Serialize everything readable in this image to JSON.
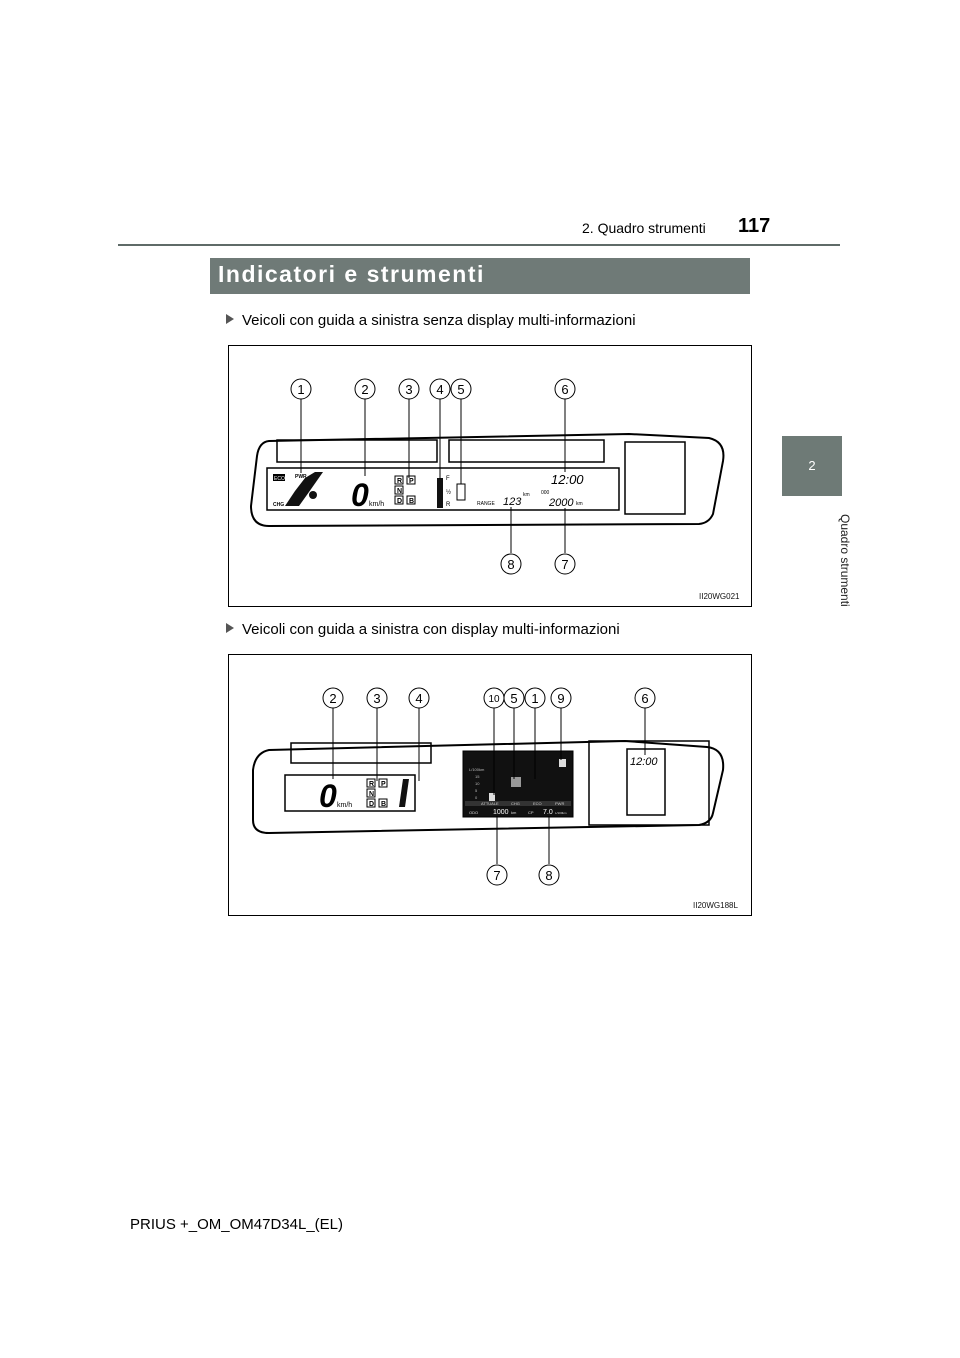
{
  "header": {
    "page_number": "117",
    "section_title": "2. Quadro strumenti"
  },
  "side_tab": {
    "chapter_number": "2",
    "chapter_title": "Quadro strumenti"
  },
  "main": {
    "heading": "Indicatori e strumenti",
    "figures": [
      {
        "caption": "Veicoli con guida a sinistra senza display multi-informazioni",
        "code": "II20WG021",
        "callouts_top": [
          "1",
          "2",
          "3",
          "4",
          "5",
          "6"
        ],
        "callouts_bottom": [
          "8",
          "7"
        ],
        "display": {
          "speed": "0",
          "speed_unit": "km/h",
          "clock": "12:00",
          "range_label": "RANGE",
          "range_value": "123",
          "range_unit": "km",
          "odo_prefix": "000",
          "odo_value": "2000",
          "odo_unit": "km",
          "eco_label": "ECO",
          "pwr_label": "PWR",
          "chg_label": "CHG",
          "gears": [
            "R",
            "P",
            "N",
            "D",
            "B"
          ],
          "fuel_full": "F",
          "fuel_half": "½",
          "fuel_empty": "R"
        }
      },
      {
        "caption": "Veicoli con guida a sinistra con display multi-informazioni",
        "code": "II20WG188L",
        "callouts_top": [
          "2",
          "3",
          "4",
          "10",
          "5",
          "1",
          "9",
          "6"
        ],
        "callouts_bottom": [
          "7",
          "8"
        ],
        "display": {
          "speed": "0",
          "speed_unit": "km/h",
          "clock": "12:00",
          "gears": [
            "R",
            "P",
            "N",
            "D",
            "B"
          ],
          "mid_scale_label": "L/100km",
          "mid_scale": [
            "15",
            "10",
            "5",
            "0"
          ],
          "mid_attuale": "ATTUALE",
          "mid_chg": "CHG",
          "mid_eco": "ECO",
          "mid_pwr": "PWR",
          "odo_label": "ODO",
          "odo_value": "1000",
          "odo_unit": "km",
          "cp_label": "CP",
          "cp_value": "7.0",
          "cp_unit": "L/100km"
        }
      }
    ]
  },
  "footer": {
    "model_code": "PRIUS +_OM_OM47D34L_(EL)"
  }
}
